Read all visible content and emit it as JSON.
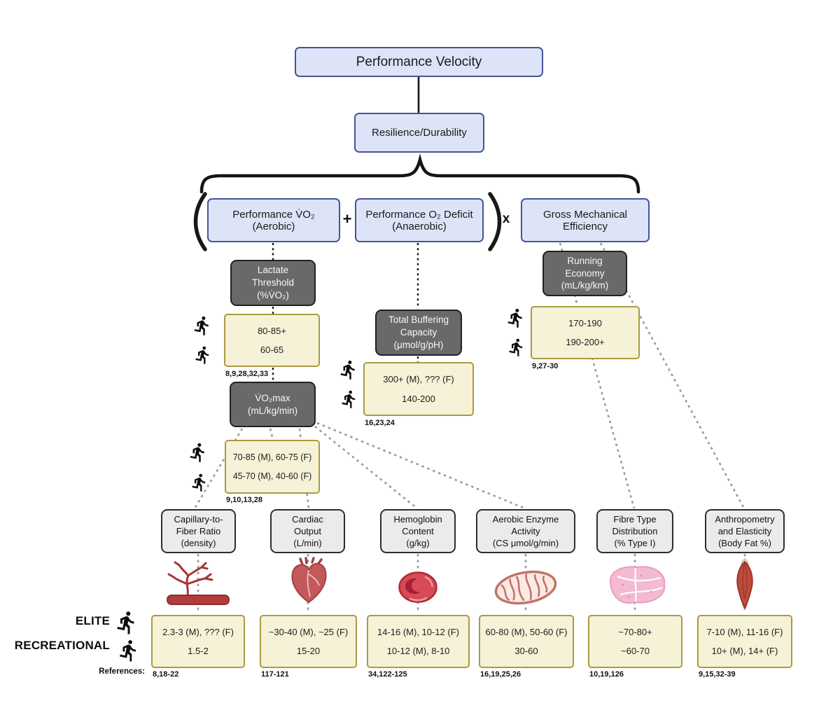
{
  "root": {
    "label": "Performance Velocity"
  },
  "durability": {
    "label": "Resilience/Durability"
  },
  "operators": {
    "plus": "+",
    "times": "x"
  },
  "components": [
    {
      "label": "Performance V̇O₂\n(Aerobic)"
    },
    {
      "label": "Performance O₂ Deficit\n(Anaerobic)"
    },
    {
      "label": "Gross Mechanical\nEfficiency"
    }
  ],
  "determinants": [
    {
      "label": "Lactate\nThreshold\n(%V̇O₂)",
      "elite": "80-85+",
      "recreational": "60-65",
      "refs": "8,9,28,32,33"
    },
    {
      "label": "Total Buffering\nCapacity\n(μmol/g/pH)",
      "elite": "300+ (M), ??? (F)",
      "recreational": "140-200",
      "refs": "16,23,24"
    },
    {
      "label": "Running\nEconomy\n(mL/kg/km)",
      "elite": "170-190",
      "recreational": "190-200+",
      "refs": "9,27-30"
    },
    {
      "label": "V̇O₂max\n(mL/kg/min)",
      "elite": "70-85 (M), 60-75 (F)",
      "recreational": "45-70 (M), 40-60 (F)",
      "refs": "9,10,13,28"
    }
  ],
  "physiology": [
    {
      "label": "Capillary-to-\nFiber Ratio\n(density)",
      "icon": "capillary-icon",
      "elite": "2.3-3 (M), ??? (F)",
      "recreational": "1.5-2",
      "refs": "8,18-22"
    },
    {
      "label": "Cardiac\nOutput\n(L/min)",
      "icon": "heart-icon",
      "elite": "~30-40 (M), ~25 (F)",
      "recreational": "15-20",
      "refs": "117-121"
    },
    {
      "label": "Hemoglobin\nContent\n(g/kg)",
      "icon": "red-blood-cell-icon",
      "elite": "14-16 (M), 10-12 (F)",
      "recreational": "10-12 (M), 8-10",
      "refs": "34,122-125"
    },
    {
      "label": "Aerobic Enzyme\nActivity\n(CS μmol/g/min)",
      "icon": "mitochondria-icon",
      "elite": "60-80 (M), 50-60 (F)",
      "recreational": "30-60",
      "refs": "16,19,25,26"
    },
    {
      "label": "Fibre Type\nDistribution\n(% Type I)",
      "icon": "muscle-fibre-icon",
      "elite": "~70-80+",
      "recreational": "~60-70",
      "refs": "10,19,126"
    },
    {
      "label": "Anthropometry\nand Elasticity\n(Body Fat %)",
      "icon": "muscle-icon",
      "elite": "7-10 (M), 11-16 (F)",
      "recreational": "10+ (M), 14+ (F)",
      "refs": "9,15,32-39"
    }
  ],
  "legend": {
    "elite_label": "ELITE",
    "recreational_label": "RECREATIONAL",
    "references_label": "References:"
  },
  "colors": {
    "box_blue": "#dde4f7",
    "box_blue_border": "#46549b",
    "box_dark": "#696969",
    "box_yellow": "#f6f2d8",
    "box_yellow_border": "#ab9a42",
    "box_gray": "#ebebeb",
    "connector_gray": "#9b9b9b",
    "line_black": "#1a1a1a"
  }
}
